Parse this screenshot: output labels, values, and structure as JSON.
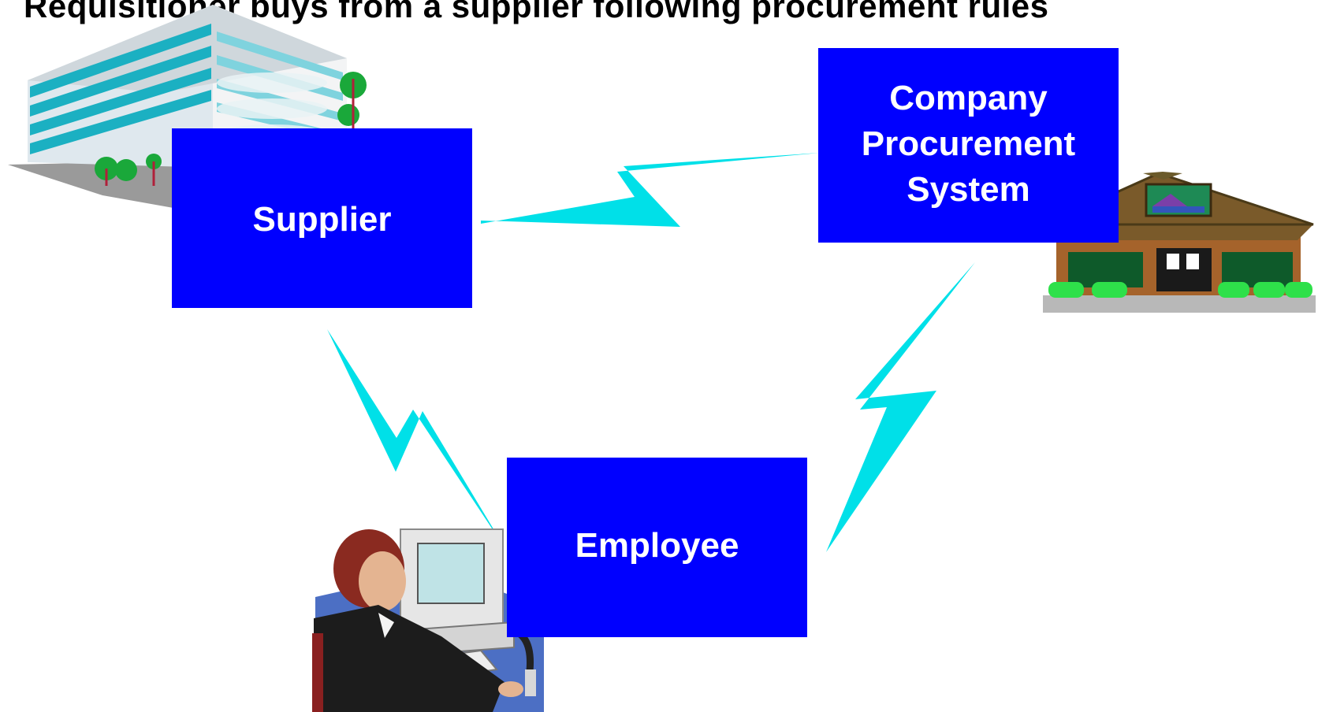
{
  "title": "Requisitioner buys from a supplier following procurement rules",
  "nodes": {
    "supplier": "Supplier",
    "procurement": [
      "Company",
      "Procurement",
      "System"
    ],
    "employee": "Employee"
  },
  "colors": {
    "box": "#0000ff",
    "link": "#00e0e8",
    "text": "#ffffff"
  },
  "illustrations": [
    "office-building-icon",
    "store-building-icon",
    "person-at-computer-icon"
  ]
}
